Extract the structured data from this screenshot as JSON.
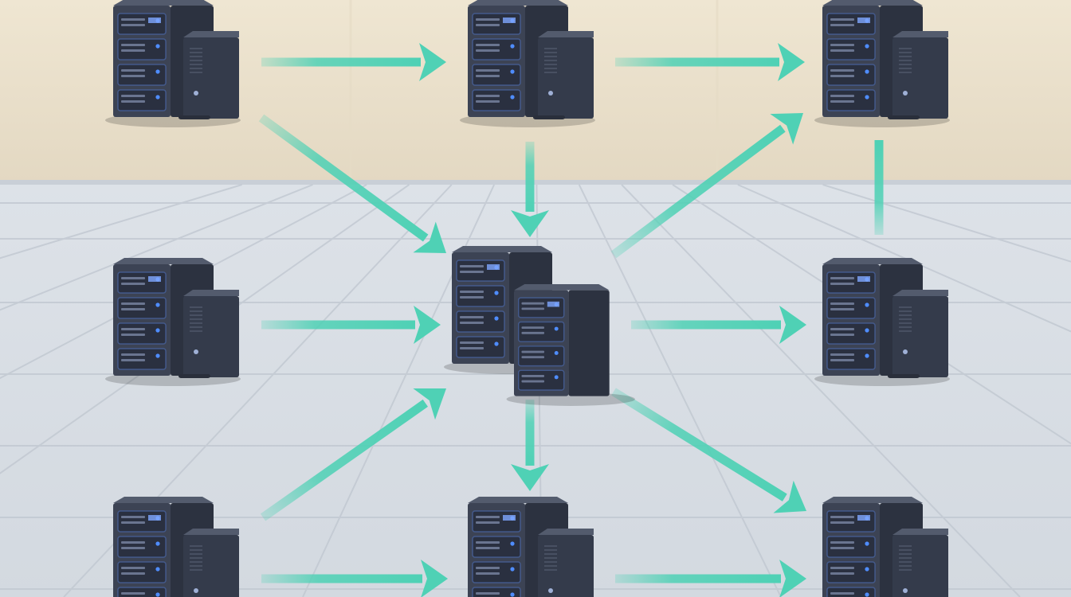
{
  "colors": {
    "wall": "#efe6d2",
    "wall_shadow": "#e3d8c2",
    "floor": "#d3d9e0",
    "floor_line": "#c1c8d1",
    "arrow": "#4fd1b5",
    "server_body": "#3c4354",
    "server_side": "#2c3240",
    "server_top": "#535b6d",
    "drive_bay": "#2a3040",
    "led": "#4f8dff"
  },
  "nodes": [
    {
      "id": "top-left",
      "type": "tower"
    },
    {
      "id": "top-center",
      "type": "tower"
    },
    {
      "id": "top-right",
      "type": "tower"
    },
    {
      "id": "middle-left",
      "type": "tower"
    },
    {
      "id": "center-hub",
      "type": "double"
    },
    {
      "id": "middle-right",
      "type": "tower"
    },
    {
      "id": "bottom-left",
      "type": "tower"
    },
    {
      "id": "bottom-center",
      "type": "tower"
    },
    {
      "id": "bottom-right",
      "type": "tower"
    }
  ],
  "connections": [
    {
      "from": "top-left",
      "to": "top-center"
    },
    {
      "from": "top-center",
      "to": "top-right"
    },
    {
      "from": "top-left",
      "to": "center-hub"
    },
    {
      "from": "top-center",
      "to": "center-hub"
    },
    {
      "from": "center-hub",
      "to": "top-right"
    },
    {
      "from": "middle-right",
      "to": "top-right",
      "arrowhead": false
    },
    {
      "from": "middle-left",
      "to": "center-hub"
    },
    {
      "from": "center-hub",
      "to": "middle-right"
    },
    {
      "from": "bottom-left",
      "to": "center-hub"
    },
    {
      "from": "center-hub",
      "to": "bottom-center"
    },
    {
      "from": "center-hub",
      "to": "bottom-right"
    },
    {
      "from": "bottom-left",
      "to": "bottom-center"
    },
    {
      "from": "bottom-center",
      "to": "bottom-right"
    }
  ]
}
